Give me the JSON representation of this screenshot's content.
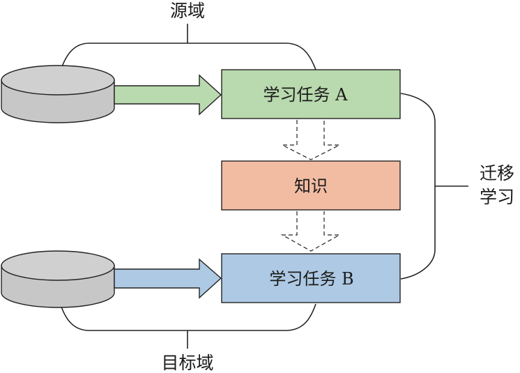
{
  "diagram": {
    "source_domain_label": "源域",
    "target_domain_label": "目标域",
    "transfer_learning_label_line1": "迁移",
    "transfer_learning_label_line2": "学习",
    "task_a_label": "学习任务 A",
    "knowledge_label": "知识",
    "task_b_label": "学习任务 B",
    "colors": {
      "task_a_fill": "#b9d9ae",
      "knowledge_fill": "#f2bca3",
      "task_b_fill": "#aec9e3",
      "green_arrow_fill": "#b9d9ae",
      "blue_arrow_fill": "#aec9e3",
      "database_top_fill": "#d0d0d0",
      "database_body_fill": "#c7c7c7",
      "stroke": "#222222"
    }
  }
}
